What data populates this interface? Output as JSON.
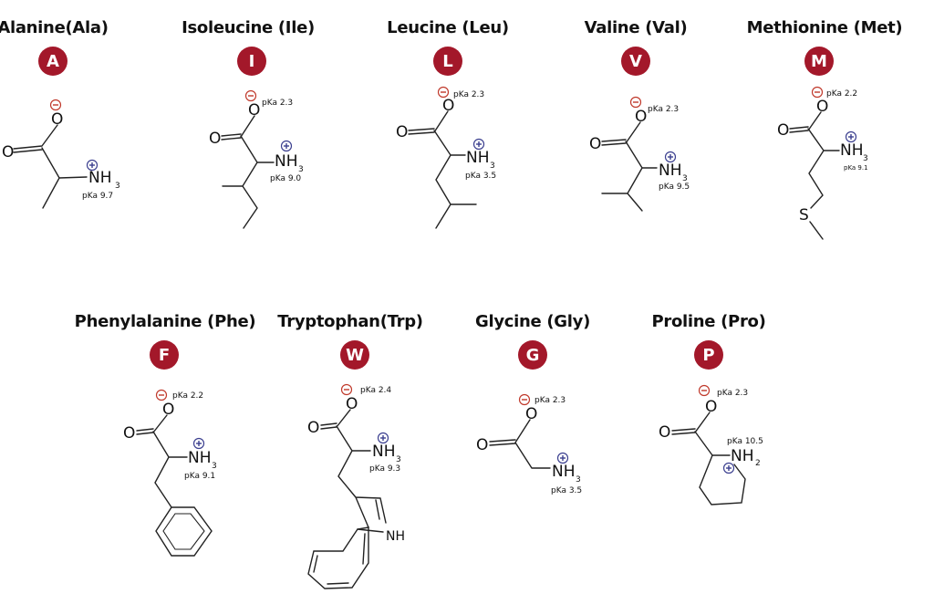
{
  "amino_acids": [
    {
      "name": "Alanine(Ala)",
      "letter": "A",
      "pka_acid": "",
      "pka_amine": "pKa 9.7"
    },
    {
      "name": "Isoleucine (Ile)",
      "letter": "I",
      "pka_acid": "pKa 2.3",
      "pka_amine": "pKa 9.0"
    },
    {
      "name": "Leucine (Leu)",
      "letter": "L",
      "pka_acid": "pKa 2.3",
      "pka_amine": "pKa 3.5"
    },
    {
      "name": "Valine (Val)",
      "letter": "V",
      "pka_acid": "pKa 2.3",
      "pka_amine": "pKa 9.5"
    },
    {
      "name": "Methionine (Met)",
      "letter": "M",
      "pka_acid": "pKa 2.2",
      "pka_amine": "pKa 9.1"
    },
    {
      "name": "Phenylalanine (Phe)",
      "letter": "F",
      "pka_acid": "pKa 2.2",
      "pka_amine": "pKa 9.1"
    },
    {
      "name": "Tryptophan(Trp)",
      "letter": "W",
      "pka_acid": "pKa 2.4",
      "pka_amine": "pKa 9.3"
    },
    {
      "name": "Glycine (Gly)",
      "letter": "G",
      "pka_acid": "pKa 2.3",
      "pka_amine": "pKa 3.5"
    },
    {
      "name": "Proline (Pro)",
      "letter": "P",
      "pka_acid": "pKa 2.3",
      "pka_amine": "pKa 10.5"
    }
  ],
  "atoms": {
    "oxygen": "O",
    "amine": "NH",
    "amine_sub": "3",
    "proline_amine_sub": "2",
    "sulfur": "S",
    "indole_nh": "NH"
  },
  "colors": {
    "badge": "#a3182a",
    "negative": "#c0392b",
    "positive": "#3b3f8f"
  }
}
